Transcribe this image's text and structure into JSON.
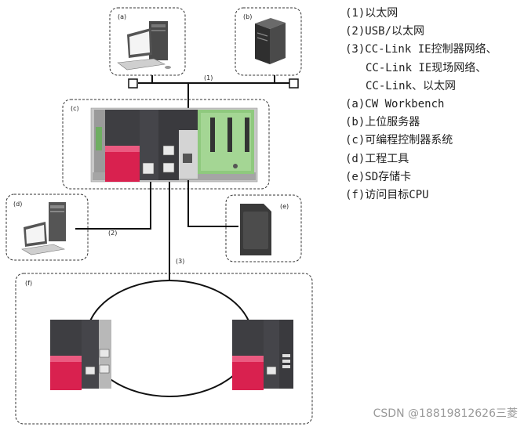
{
  "labels": {
    "a": "(a)",
    "b": "(b)",
    "c": "(c)",
    "d": "(d)",
    "e": "(e)",
    "f": "(f)",
    "n1": "(1)",
    "n2": "(2)",
    "n3": "(3)"
  },
  "legend": {
    "l1": "(1)以太网",
    "l2": "(2)USB/以太网",
    "l3a": "(3)CC-Link IE控制器网络、",
    "l3b": "CC-Link IE现场网络、",
    "l3c": "CC-Link、以太网",
    "la": "(a)CW Workbench",
    "lb": "(b)上位服务器",
    "lc": "(c)可编程控制器系统",
    "ld": "(d)工程工具",
    "le": "(e)SD存储卡",
    "lf": "(f)访问目标CPU"
  },
  "watermark": "CSDN @18819812626三菱",
  "colors": {
    "plc_red": "#d9214f",
    "module_dark": "#3a3a3e",
    "module_gray": "#bdbdbd",
    "io_green": "#8fc97e",
    "border_dash": "#333333"
  }
}
